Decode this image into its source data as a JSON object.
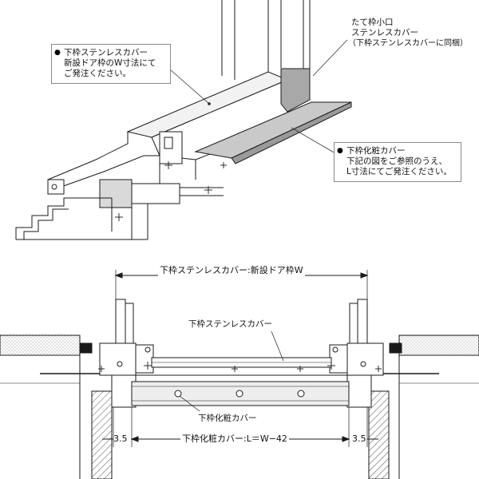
{
  "callouts": {
    "stainless_cover": {
      "bullet": "●",
      "line1": "下枠ステンレスカバー",
      "line2": "新設ドア枠のW寸法にて",
      "line3": "ご発注ください。"
    },
    "vertical_cover": {
      "line1": "たて枠小口",
      "line2": "ステンレスカバー",
      "line3": "（下枠ステンレスカバーに同梱）"
    },
    "trim_cover": {
      "bullet": "●",
      "line1": "下枠化粧カバー",
      "line2": "下記の図をご参照のうえ、",
      "line3": "L寸法にてご発注ください。"
    }
  },
  "section": {
    "width_label": "下枠ステンレスカバー:新設ドア枠W",
    "stainless_label": "下枠ステンレスカバー",
    "trim_label": "下枠化粧カバー",
    "length_label": "下枠化粧カバー:L＝W−42",
    "offset_left": "3.5",
    "offset_right": "3.5"
  },
  "colors": {
    "line": "#1a1a1a",
    "gray_fill": "#a8a8a8",
    "light_fill": "#d9d9d9",
    "box_border": "#8a8a8a"
  }
}
